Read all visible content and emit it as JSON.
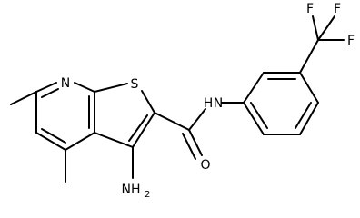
{
  "molecule": {
    "atoms": {
      "N": "N",
      "S": "S",
      "NH": "N",
      "H_on_N": "H",
      "O": "O",
      "F_top_left": "F",
      "F_top_right": "F",
      "F_right": "F",
      "NH2_N": "NH",
      "NH2_sub": "2"
    }
  }
}
